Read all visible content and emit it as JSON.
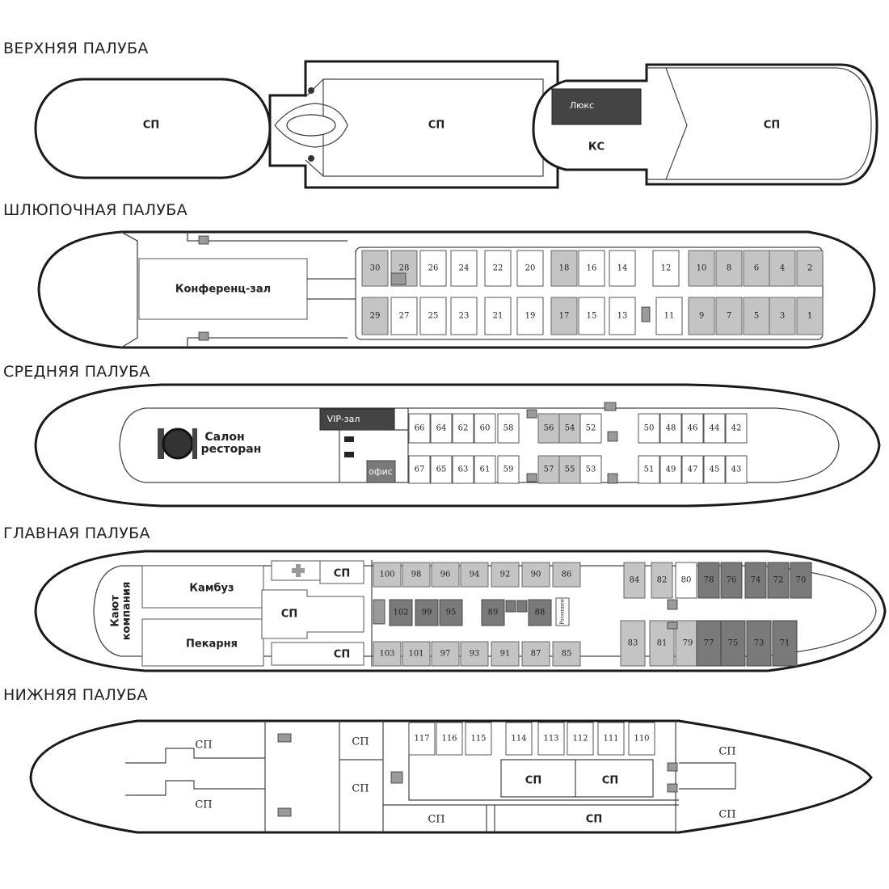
{
  "decks": {
    "upper": {
      "title": "ВЕРХНЯЯ ПАЛУБА",
      "labels": {
        "sp_stern": "СП",
        "sp_mid": "СП",
        "sp_bow": "СП",
        "lux": "Люкс",
        "ks": "КС"
      }
    },
    "boat": {
      "title": "ШЛЮПОЧНАЯ ПАЛУБА",
      "labels": {
        "conference": "Конференц-зал"
      },
      "top_row": [
        {
          "n": "30",
          "s": "gray"
        },
        {
          "n": "28",
          "s": "gray"
        },
        {
          "n": "26",
          "s": "white"
        },
        {
          "n": "24",
          "s": "white"
        },
        {
          "n": "22",
          "s": "white"
        },
        {
          "n": "20",
          "s": "white"
        },
        {
          "n": "18",
          "s": "gray"
        },
        {
          "n": "16",
          "s": "white"
        },
        {
          "n": "14",
          "s": "white"
        },
        {
          "n": "12",
          "s": "white"
        },
        {
          "n": "10",
          "s": "gray"
        },
        {
          "n": "8",
          "s": "gray"
        },
        {
          "n": "6",
          "s": "gray"
        },
        {
          "n": "4",
          "s": "gray"
        },
        {
          "n": "2",
          "s": "gray"
        }
      ],
      "bottom_row": [
        {
          "n": "29",
          "s": "gray"
        },
        {
          "n": "27",
          "s": "white"
        },
        {
          "n": "25",
          "s": "white"
        },
        {
          "n": "23",
          "s": "white"
        },
        {
          "n": "21",
          "s": "white"
        },
        {
          "n": "19",
          "s": "white"
        },
        {
          "n": "17",
          "s": "gray"
        },
        {
          "n": "15",
          "s": "white"
        },
        {
          "n": "13",
          "s": "white"
        },
        {
          "n": "11",
          "s": "white"
        },
        {
          "n": "9",
          "s": "gray"
        },
        {
          "n": "7",
          "s": "gray"
        },
        {
          "n": "5",
          "s": "gray"
        },
        {
          "n": "3",
          "s": "gray"
        },
        {
          "n": "1",
          "s": "gray"
        }
      ]
    },
    "middle": {
      "title": "СРЕДНЯЯ ПАЛУБА",
      "labels": {
        "salon_line1": "Салон",
        "salon_line2": "ресторан",
        "vip": "VIP-зал",
        "office": "офис"
      },
      "top_row": [
        {
          "n": "66",
          "s": "white"
        },
        {
          "n": "64",
          "s": "white"
        },
        {
          "n": "62",
          "s": "white"
        },
        {
          "n": "60",
          "s": "white"
        },
        {
          "n": "58",
          "s": "white"
        },
        {
          "n": "56",
          "s": "gray"
        },
        {
          "n": "54",
          "s": "gray"
        },
        {
          "n": "52",
          "s": "white"
        },
        {
          "n": "50",
          "s": "white"
        },
        {
          "n": "48",
          "s": "white"
        },
        {
          "n": "46",
          "s": "white"
        },
        {
          "n": "44",
          "s": "white"
        },
        {
          "n": "42",
          "s": "white"
        }
      ],
      "bottom_row": [
        {
          "n": "67",
          "s": "white"
        },
        {
          "n": "65",
          "s": "white"
        },
        {
          "n": "63",
          "s": "white"
        },
        {
          "n": "61",
          "s": "white"
        },
        {
          "n": "59",
          "s": "white"
        },
        {
          "n": "57",
          "s": "gray"
        },
        {
          "n": "55",
          "s": "gray"
        },
        {
          "n": "53",
          "s": "white"
        },
        {
          "n": "51",
          "s": "white"
        },
        {
          "n": "49",
          "s": "white"
        },
        {
          "n": "47",
          "s": "white"
        },
        {
          "n": "45",
          "s": "white"
        },
        {
          "n": "43",
          "s": "white"
        }
      ]
    },
    "main": {
      "title": "ГЛАВНАЯ ПАЛУБА",
      "labels": {
        "wardroom_line1": "Кают",
        "wardroom_line2": "компания",
        "galley": "Камбуз",
        "bakery": "Пекарня",
        "sp_top": "СП",
        "sp_center": "СП",
        "sp_bottom": "СП",
        "reception": "Ресепшен"
      },
      "top_row": [
        {
          "n": "100",
          "s": "gray"
        },
        {
          "n": "98",
          "s": "gray"
        },
        {
          "n": "96",
          "s": "gray"
        },
        {
          "n": "94",
          "s": "gray"
        },
        {
          "n": "92",
          "s": "gray"
        },
        {
          "n": "90",
          "s": "gray"
        },
        {
          "n": "86",
          "s": "gray"
        }
      ],
      "inner_row": [
        {
          "n": "102",
          "s": "dark"
        },
        {
          "n": "99",
          "s": "dark"
        },
        {
          "n": "95",
          "s": "dark"
        },
        {
          "n": "89",
          "s": "dark"
        },
        {
          "n": "88",
          "s": "dark"
        }
      ],
      "bottom_row": [
        {
          "n": "103",
          "s": "gray"
        },
        {
          "n": "101",
          "s": "gray"
        },
        {
          "n": "97",
          "s": "gray"
        },
        {
          "n": "93",
          "s": "gray"
        },
        {
          "n": "91",
          "s": "gray"
        },
        {
          "n": "87",
          "s": "gray"
        },
        {
          "n": "85",
          "s": "gray"
        }
      ],
      "fore_top": [
        {
          "n": "84",
          "s": "gray"
        },
        {
          "n": "82",
          "s": "gray"
        },
        {
          "n": "80",
          "s": "white"
        },
        {
          "n": "78",
          "s": "dark"
        },
        {
          "n": "76",
          "s": "dark"
        },
        {
          "n": "74",
          "s": "dark"
        },
        {
          "n": "72",
          "s": "dark"
        },
        {
          "n": "70",
          "s": "dark"
        }
      ],
      "fore_bottom": [
        {
          "n": "83",
          "s": "gray"
        },
        {
          "n": "81",
          "s": "gray"
        },
        {
          "n": "79",
          "s": "gray"
        },
        {
          "n": "77",
          "s": "dark"
        },
        {
          "n": "75",
          "s": "dark"
        },
        {
          "n": "73",
          "s": "dark"
        },
        {
          "n": "71",
          "s": "dark"
        }
      ]
    },
    "lower": {
      "title": "НИЖНЯЯ ПАЛУБА",
      "labels": {
        "sp_stern_top": "СП",
        "sp_stern_bottom": "СП",
        "sp_a": "СП",
        "sp_b": "СП",
        "sp_c": "СП",
        "sp_d": "СП",
        "sp_e": "СП",
        "sp_f": "СП",
        "sp_bow_top": "СП",
        "sp_bow_bottom": "СП"
      },
      "top_row": [
        {
          "n": "117",
          "s": "white"
        },
        {
          "n": "116",
          "s": "white"
        },
        {
          "n": "115",
          "s": "white"
        },
        {
          "n": "114",
          "s": "white"
        },
        {
          "n": "113",
          "s": "white"
        },
        {
          "n": "112",
          "s": "white"
        },
        {
          "n": "111",
          "s": "white"
        },
        {
          "n": "110",
          "s": "white"
        }
      ]
    }
  }
}
